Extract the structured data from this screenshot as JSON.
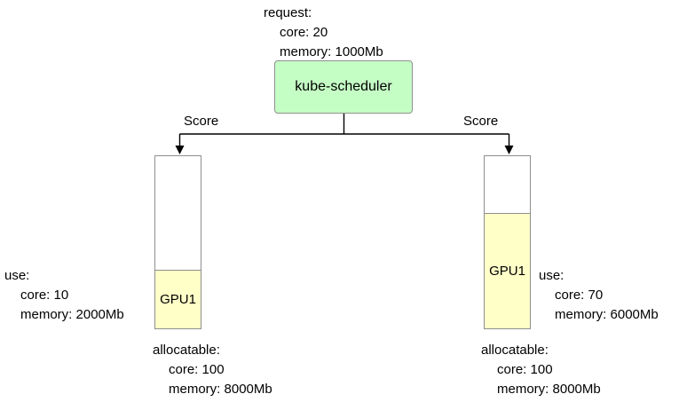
{
  "colors": {
    "scheduler_fill": "#c5fec5",
    "scheduler_border": "#8f8f8f",
    "gpu_fill": "#ffffc8",
    "node_border": "#8f8f8f",
    "connector": "#000000"
  },
  "pod_request": {
    "title": "request:",
    "lines": [
      "core: 20",
      "memory: 1000Mb"
    ]
  },
  "scheduler": {
    "label": "kube-scheduler"
  },
  "edges": {
    "left_label": "Score",
    "right_label": "Score"
  },
  "node_left": {
    "gpu_label": "GPU1",
    "use": {
      "title": "use:",
      "lines": [
        "core: 10",
        "memory: 2000Mb"
      ]
    },
    "allocatable": {
      "title": "allocatable:",
      "lines": [
        "core: 100",
        "memory: 8000Mb"
      ]
    }
  },
  "node_right": {
    "gpu_label": "GPU1",
    "use": {
      "title": "use:",
      "lines": [
        "core: 70",
        "memory: 6000Mb"
      ]
    },
    "allocatable": {
      "title": "allocatable:",
      "lines": [
        "core: 100",
        "memory: 8000Mb"
      ]
    }
  }
}
